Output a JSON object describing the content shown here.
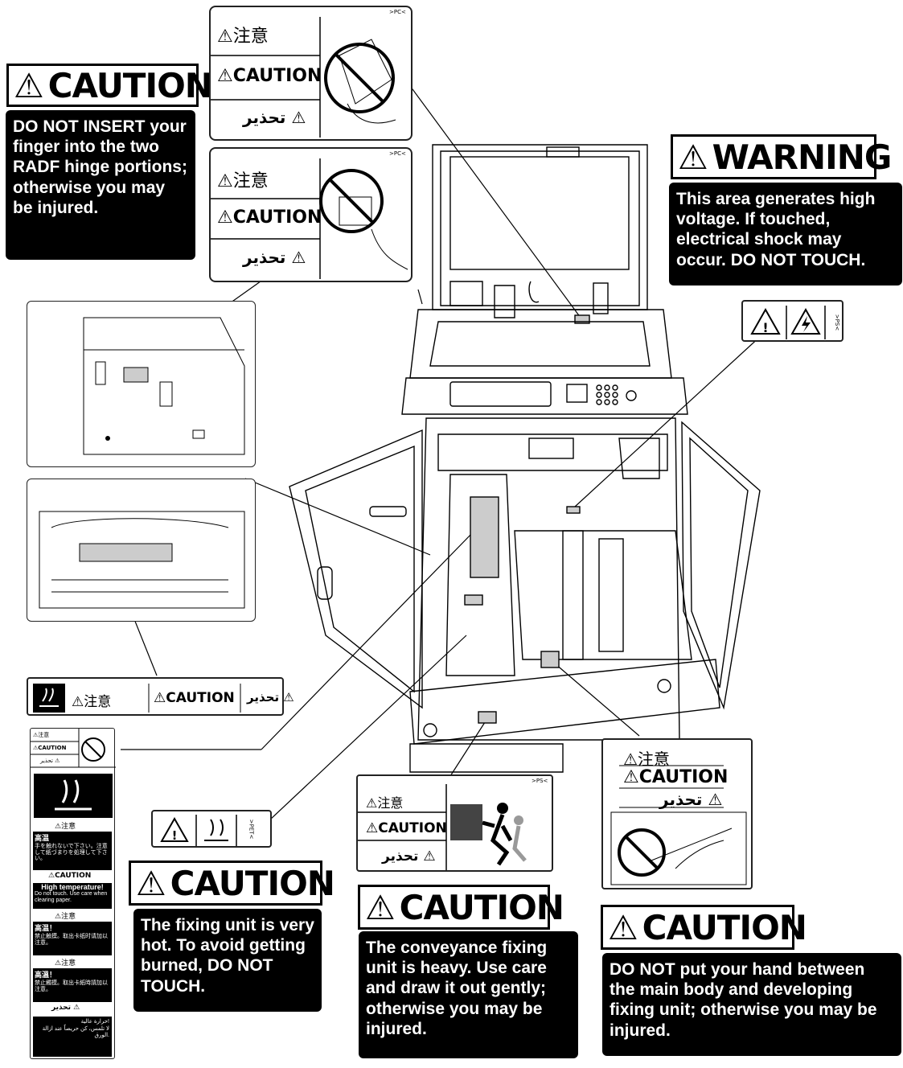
{
  "headers": {
    "caution_radf": "CAUTION",
    "warning": "WARNING",
    "caution_fixing": "CAUTION",
    "caution_conveyance": "CAUTION",
    "caution_hand": "CAUTION"
  },
  "messages": {
    "radf": "DO NOT INSERT your finger into the two RADF hinge portions; otherwise you may be injured.",
    "high_voltage": "This area generates high voltage. If touched, electrical shock may occur. DO NOT TOUCH.",
    "fixing_hot": "The fixing unit is very hot. To avoid getting burned, DO NOT TOUCH.",
    "conveyance_heavy": "The conveyance fixing unit is heavy. Use care and draw it out gently; otherwise you may be injured.",
    "hand_between": "DO NOT put your hand between the main body and developing fixing unit; otherwise you may be injured."
  },
  "labels": {
    "jp_caution": "⚠注意",
    "en_caution": "⚠CAUTION",
    "ar_caution": "تحذير ⚠",
    "code_pc": ">PC<",
    "code_ps": ">PS<",
    "code_pet": ">PET<"
  },
  "hot_label": {
    "jp_title": "高温",
    "jp_text": "手を触れないで下さい。注意して紙づまりを処理して下さい。",
    "en_title": "High temperature!",
    "en_text": "Do not touch. Use care when clearing paper.",
    "cn_title": "高温！",
    "cn_text": "禁止触摸。取出卡纸时请加以注意。",
    "tw_title": "高溫！",
    "tw_text": "禁止觸摸。取出卡紙時請加以注意。",
    "ar_title": "حرارة عالية!",
    "ar_text": "لا تلمس، كن حريصاً عند ازالة الورق."
  },
  "icons": {
    "warning_triangle": "warning-triangle-icon",
    "lightning": "high-voltage-icon",
    "hot_surface": "hot-surface-icon",
    "no_hand": "no-hand-icon",
    "heavy_lift": "heavy-lift-icon"
  },
  "colors": {
    "ink": "#000000",
    "paper": "#ffffff",
    "label_fill": "#cccccc"
  }
}
